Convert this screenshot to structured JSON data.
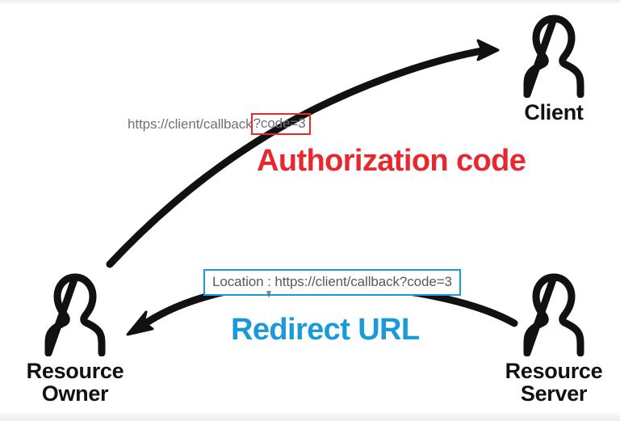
{
  "diagram": {
    "title": "OAuth 2.0 authorization code redirect flow",
    "background_color": "#ffffff",
    "colors": {
      "red_accent": "#e8272e",
      "blue_accent": "#1b9ada",
      "stroke_black": "#111111",
      "url_gray": "#6f7276"
    }
  },
  "actors": [
    {
      "id": "client",
      "icon": "person-icon",
      "label": "Client"
    },
    {
      "id": "resource-owner",
      "icon": "person-icon",
      "label": "Resource\nOwner"
    },
    {
      "id": "resource-server",
      "icon": "person-icon",
      "label": "Resource\nServer"
    }
  ],
  "url_caption": {
    "plain": "https://client/callback",
    "highlighted": "?code=3",
    "highlight_border_color": "#e8272e"
  },
  "headings": {
    "authorization_code": "Authorization code",
    "redirect_url": "Redirect URL"
  },
  "location_box": {
    "text": "Location : https://client/callback?code=3",
    "border_color": "#1b9ada"
  },
  "arrows": [
    {
      "id": "owner-to-client",
      "from": "resource-owner",
      "to": "client",
      "style": "curved",
      "color": "#111111",
      "annotation": "Authorization code"
    },
    {
      "id": "server-to-owner",
      "from": "resource-server",
      "to": "resource-owner",
      "style": "arc",
      "color": "#111111",
      "annotation": "Redirect URL"
    }
  ]
}
